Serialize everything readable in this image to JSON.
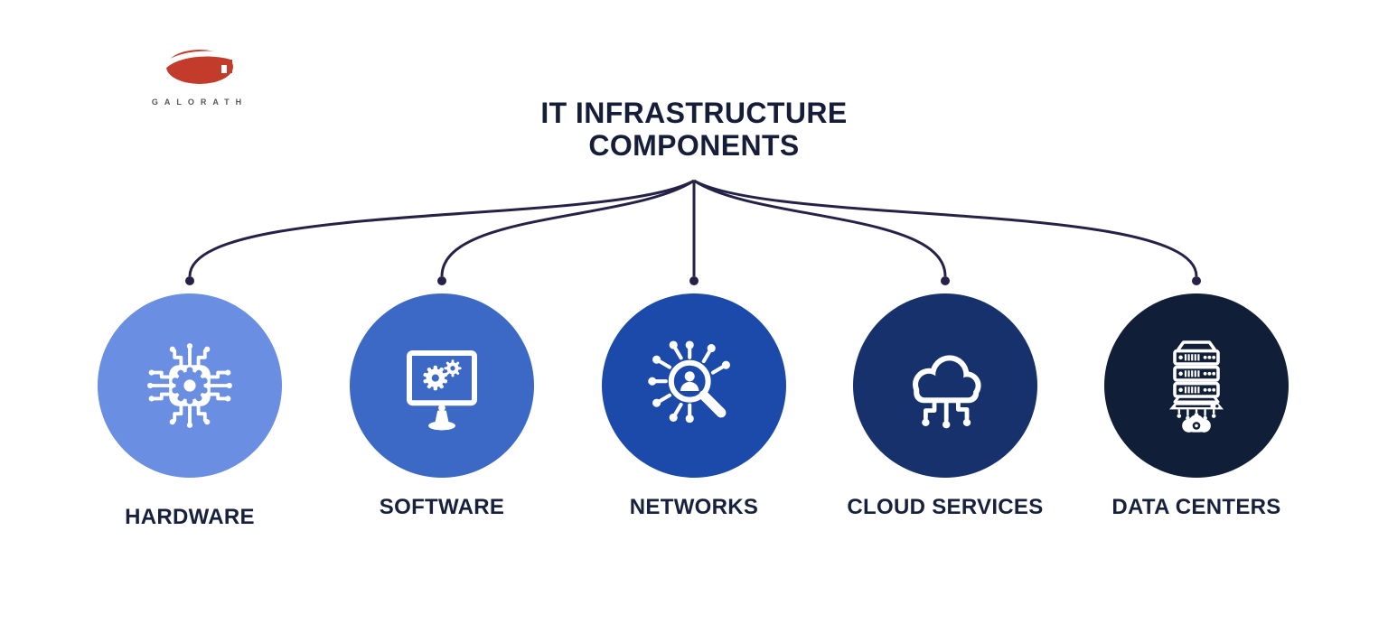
{
  "logo": {
    "brand": "GALORATH",
    "mark_color": "#c23b2b",
    "text_color": "#575757"
  },
  "title": {
    "line1": "IT INFRASTRUCTURE",
    "line2": "COMPONENTS",
    "color": "#151d38"
  },
  "connectors": {
    "color": "#262247"
  },
  "nodes": [
    {
      "id": "hardware",
      "label": "HARDWARE",
      "color": "#6a8ee2",
      "icon": "chip-icon"
    },
    {
      "id": "software",
      "label": "SOFTWARE",
      "color": "#3c68c6",
      "icon": "monitor-gears-icon"
    },
    {
      "id": "networks",
      "label": "NETWORKS",
      "color": "#1c4aab",
      "icon": "network-search-icon"
    },
    {
      "id": "cloud-services",
      "label": "CLOUD SERVICES",
      "color": "#17316c",
      "icon": "cloud-circuit-icon"
    },
    {
      "id": "data-centers",
      "label": "DATA CENTERS",
      "color": "#111e38",
      "icon": "server-rack-icon"
    }
  ]
}
